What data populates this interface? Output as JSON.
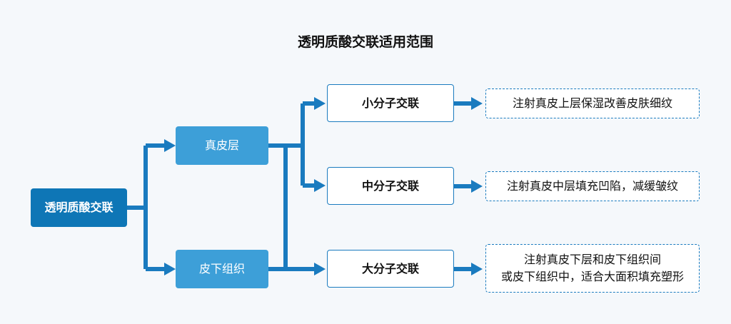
{
  "title": "透明质酸交联适用范围",
  "root": {
    "label": "透明质酸交联"
  },
  "layers": [
    {
      "label": "真皮层"
    },
    {
      "label": "皮下组织"
    }
  ],
  "crosslinks": [
    {
      "label": "小分子交联"
    },
    {
      "label": "中分子交联"
    },
    {
      "label": "大分子交联"
    }
  ],
  "uses": [
    {
      "lines": [
        "注射真皮上层保湿改善皮肤细纹"
      ]
    },
    {
      "lines": [
        "注射真皮中层填充凹陷，减缓皱纹"
      ]
    },
    {
      "lines": [
        "注射真皮下层和皮下组织间",
        "或皮下组织中，适合大面积填充塑形"
      ]
    }
  ],
  "colors": {
    "root": "#0e76b6",
    "layer": "#3d9fd8",
    "accent": "#1a7bbf",
    "background": "#f5f8fb"
  }
}
